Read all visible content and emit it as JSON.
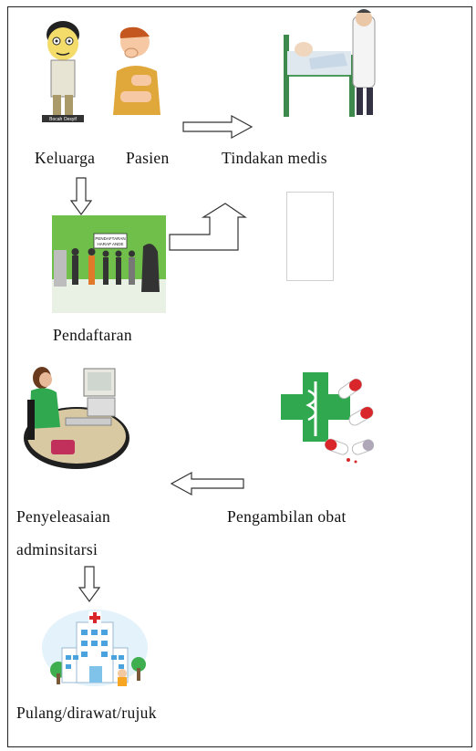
{
  "labels": {
    "keluarga": "Keluarga",
    "pasien": "Pasien",
    "tindakan_medis": "Tindakan medis",
    "pendaftaran": "Pendaftaran",
    "penyelesaian_line1": "Penyeleasaian",
    "penyelesaian_line2": "adminsitarsi",
    "pengambilan_obat": "Pengambilan obat",
    "pulang": "Pulang/dirawat/rujuk"
  },
  "cartoon_texts": {
    "keluarga_caption": "Bocah Oesyif",
    "pendaftaran_sign_line1": "PENDAFTARAN",
    "pendaftaran_sign_line2": "HARAP ANDE"
  },
  "colors": {
    "border": "#222222",
    "arrow_stroke": "#333333",
    "pharmacy_green": "#2fa84f",
    "capsule_red": "#d9262a",
    "hospital_blue": "#4aa3df"
  }
}
